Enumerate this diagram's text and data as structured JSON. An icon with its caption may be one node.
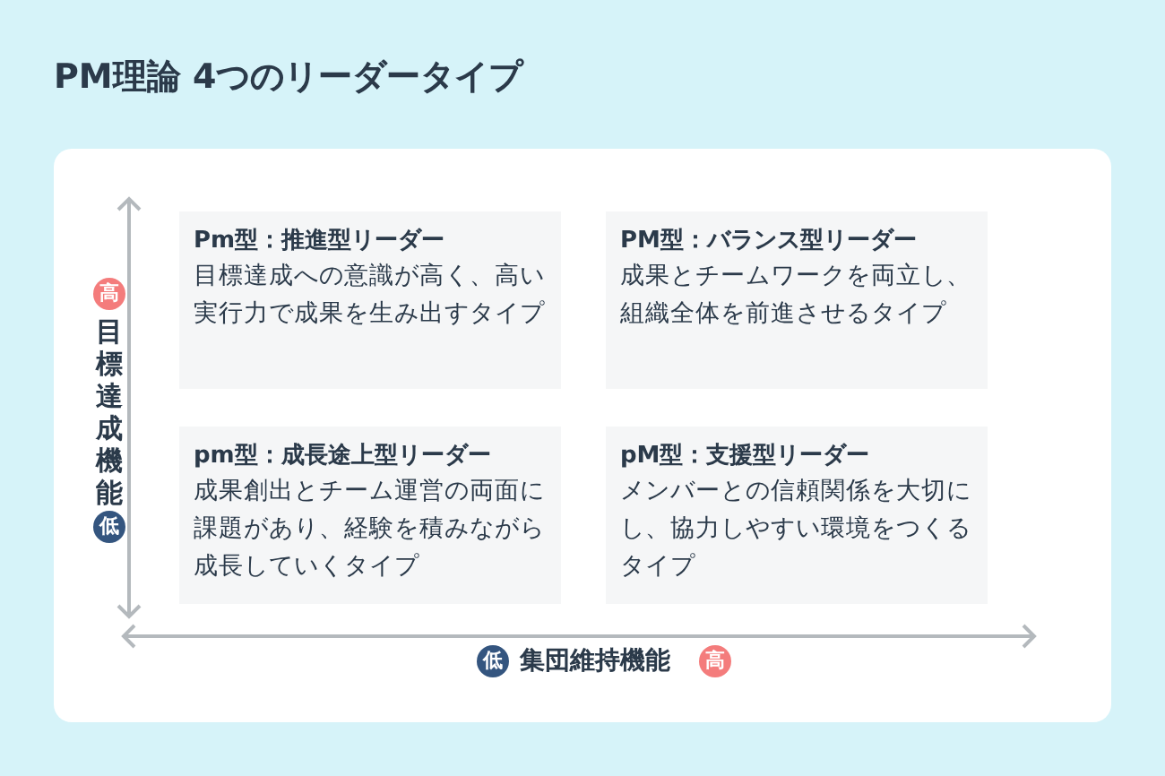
{
  "diagram": {
    "title": "PM理論 4つのリーダータイプ",
    "nodes": [
      {
        "text": [
          "Pm型：推進型リーダー",
          "目標達成への意識が高く、高い実行力で成果を生み出すタイプ"
        ]
      },
      {
        "text": [
          "PM型：バランス型リーダー",
          "成果とチームワークを両立し、組織全体を前進させるタイプ"
        ]
      },
      {
        "text": [
          "pm型：成長途上型リーダー",
          "成果創出とチーム運営の両面に課題があり、経験を積みながら成長していくタイプ"
        ]
      },
      {
        "text": [
          "pM型：支援型リーダー",
          "メンバーとの信頼関係を大切にし、協力しやすい環境をつくるタイプ"
        ]
      }
    ],
    "edges": [],
    "labels": [
      "高",
      "目標達成機能",
      "低",
      "低",
      "集団維持機能",
      "高"
    ]
  }
}
